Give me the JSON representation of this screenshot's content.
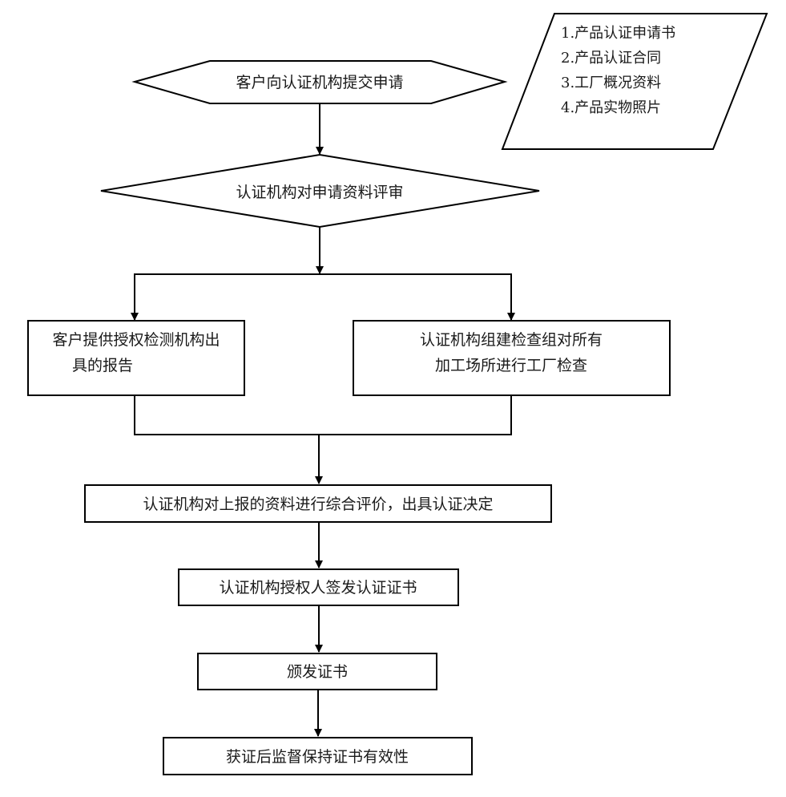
{
  "diagram": {
    "type": "flowchart",
    "colors": {
      "stroke": "#000000",
      "text": "#1a1a1a",
      "background": "#ffffff"
    },
    "documents": {
      "shape": "parallelogram",
      "items": [
        "1.产品认证申请书",
        "2.产品认证合同",
        "3.工厂概况资料",
        "4.产品实物照片"
      ]
    },
    "nodes": {
      "submit": {
        "shape": "hexagon",
        "label": "客户向认证机构提交申请"
      },
      "review": {
        "shape": "diamond",
        "label": "认证机构对申请资料评审"
      },
      "report": {
        "shape": "rect",
        "lines": [
          "客户提供授权检测机构出",
          "具的报告"
        ]
      },
      "inspection": {
        "shape": "rect",
        "lines": [
          "认证机构组建检查组对所有",
          "加工场所进行工厂检查"
        ]
      },
      "evaluate": {
        "shape": "rect",
        "label": "认证机构对上报的资料进行综合评价，出具认证决定"
      },
      "sign": {
        "shape": "rect",
        "label": "认证机构授权人签发认证证书"
      },
      "issue": {
        "shape": "rect",
        "label": "颁发证书"
      },
      "supervise": {
        "shape": "rect",
        "label": "获证后监督保持证书有效性"
      }
    },
    "edges": [
      [
        "submit",
        "review"
      ],
      [
        "review",
        "report"
      ],
      [
        "review",
        "inspection"
      ],
      [
        "report",
        "evaluate"
      ],
      [
        "inspection",
        "evaluate"
      ],
      [
        "evaluate",
        "sign"
      ],
      [
        "sign",
        "issue"
      ],
      [
        "issue",
        "supervise"
      ]
    ]
  }
}
